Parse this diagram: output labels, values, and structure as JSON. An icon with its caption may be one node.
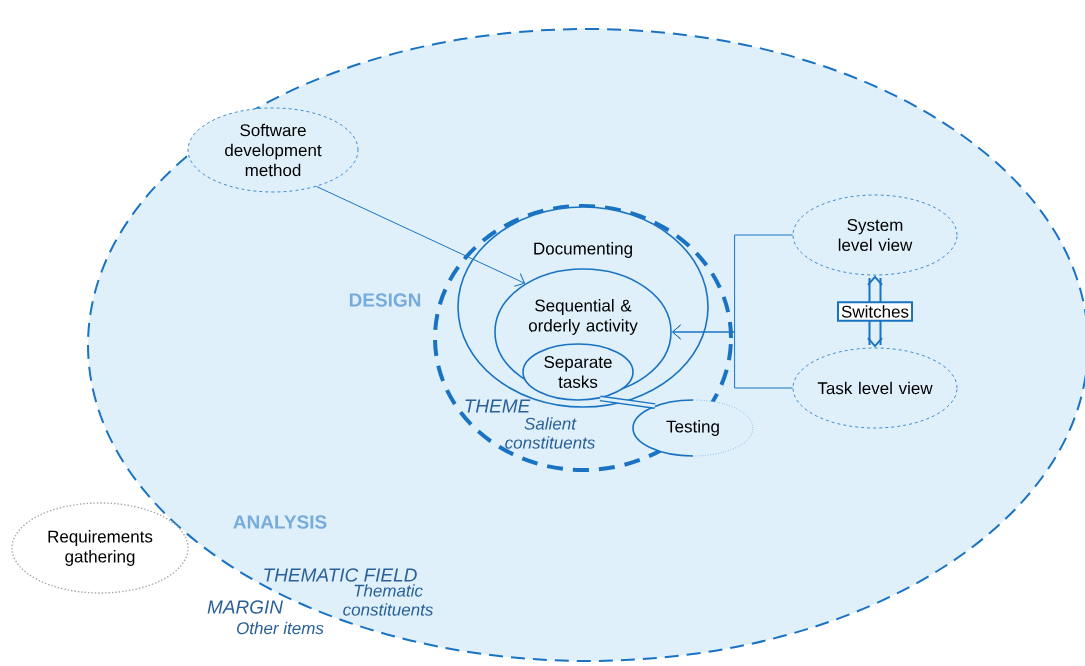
{
  "diagram": {
    "nodes": [
      {
        "text": [
          "ANALYSIS"
        ]
      },
      {
        "text": [
          "Software development method"
        ],
        "in": 0
      },
      {
        "text": [
          "DESIGN",
          "THEME",
          "Salient constituents"
        ],
        "in": 0
      },
      {
        "text": [
          "Documenting"
        ],
        "in": 2
      },
      {
        "text": [
          "Sequential & orderly activity"
        ],
        "in": 3
      },
      {
        "text": [
          "Separate tasks"
        ],
        "in": 4
      },
      {
        "text": [
          "Testing"
        ],
        "in": 0
      },
      {
        "text": [
          "System level view"
        ],
        "in": 0
      },
      {
        "text": [
          "Task level view"
        ],
        "in": 0
      },
      {
        "text": [
          "Requirements gathering"
        ]
      }
    ],
    "edges": [
      {
        "from": 1,
        "to": 4,
        "arrow": "to"
      },
      {
        "from": 7,
        "to": 4,
        "arrow": "to"
      },
      {
        "from": 8,
        "to": 4,
        "arrow": "to"
      },
      {
        "from": 7,
        "to": 8,
        "label": "Switches",
        "arrow": "both",
        "style": "thick"
      },
      {
        "from": 5,
        "to": 6,
        "arrow": "none",
        "style": "thick"
      }
    ],
    "labels": [
      "THEMATIC FIELD",
      "Thematic constituents",
      "MARGIN",
      "Other items"
    ]
  }
}
